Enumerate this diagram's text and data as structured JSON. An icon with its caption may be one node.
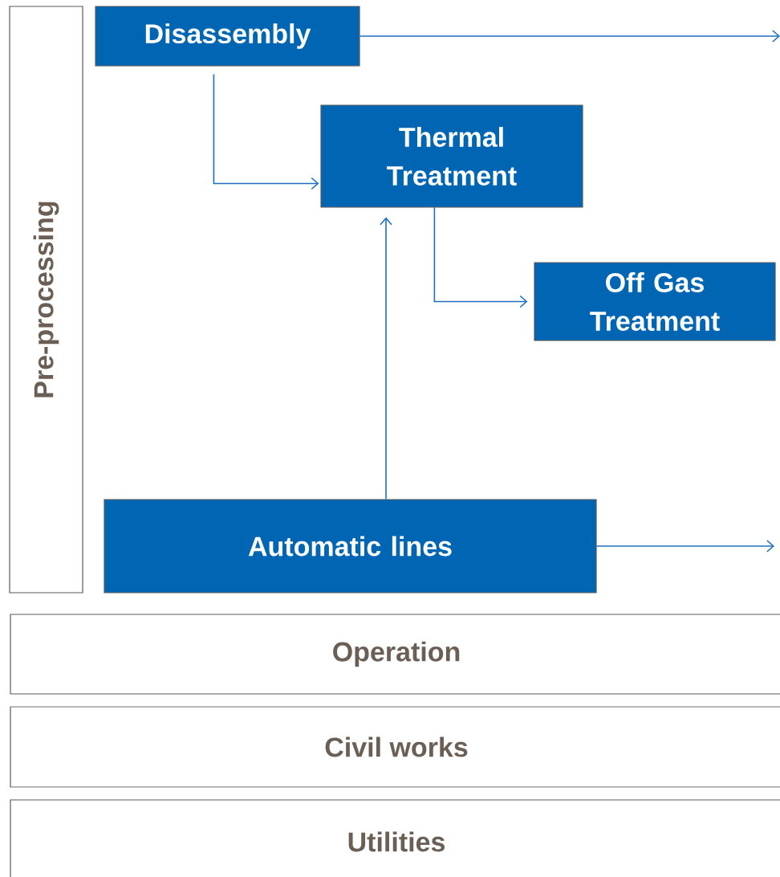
{
  "diagram": {
    "nodes": [
      {
        "text": [
          "Pre-processing"
        ]
      },
      {
        "text": [
          "Disassembly"
        ]
      },
      {
        "text": [
          "Thermal Treatment"
        ]
      },
      {
        "text": [
          "Off Gas Treatment"
        ]
      },
      {
        "text": [
          "Automatic lines"
        ]
      },
      {
        "text": [
          "Operation"
        ]
      },
      {
        "text": [
          "Civil works"
        ]
      },
      {
        "text": [
          "Utilities"
        ]
      }
    ],
    "edges": [
      {
        "from": 1,
        "to": null,
        "arrow": "to"
      },
      {
        "from": 1,
        "to": 2,
        "arrow": "to"
      },
      {
        "from": 2,
        "to": 3,
        "arrow": "to"
      },
      {
        "from": 4,
        "to": 2,
        "arrow": "to"
      },
      {
        "from": 4,
        "to": null,
        "arrow": "to"
      }
    ]
  }
}
